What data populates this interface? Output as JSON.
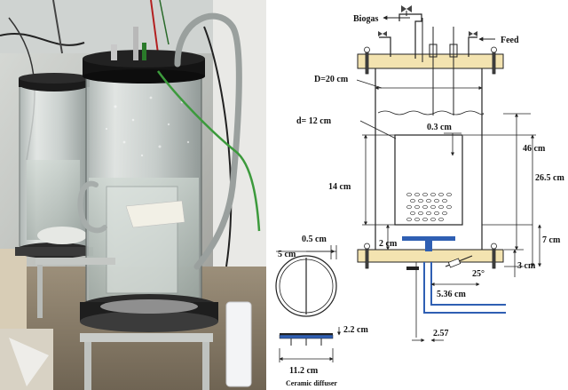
{
  "labels": {
    "biogas": "Biogas",
    "feed": "Feed",
    "D": "D=20 cm",
    "d": "d= 12 cm",
    "gap": "0.3 cm",
    "h46": "46 cm",
    "h26": "26.5 cm",
    "h14": "14 cm",
    "h2": "2 cm",
    "h7": "7 cm",
    "h3": "3 cm",
    "angle": "25°",
    "w536": "5.36 cm",
    "w257": "2.57",
    "diff_5": "5 cm",
    "diff_05": "0.5 cm",
    "diff_22": "2.2 cm",
    "diff_112": "11.2 cm",
    "diff_caption": "Ceramic diffuser"
  },
  "colors": {
    "flange": "#f3e3b0",
    "nozzle": "#2f5fb3",
    "pipe": "#2f5fb3"
  }
}
